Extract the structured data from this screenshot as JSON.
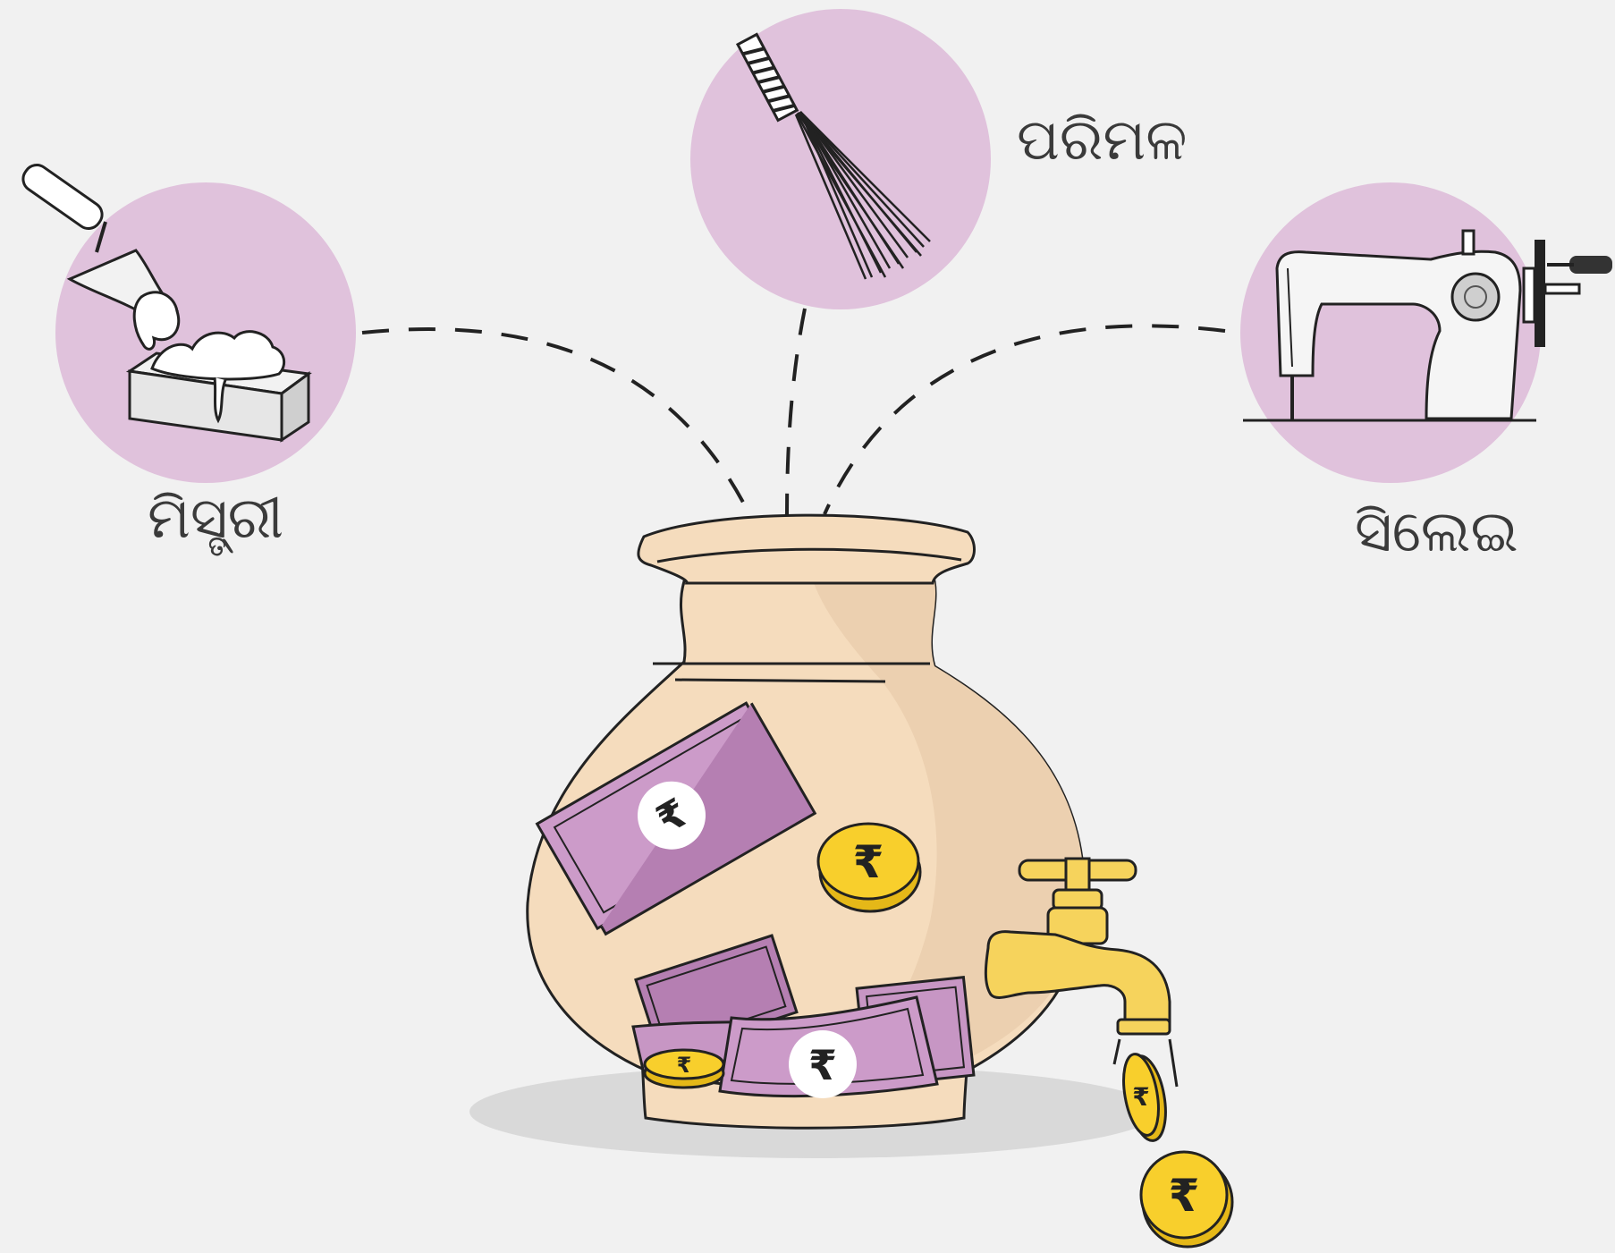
{
  "labels": {
    "mason": "ମିସ୍ତ୍ରୀ",
    "cleaner": "ପରିମଳ",
    "tailor": "ସିଲେଇ"
  },
  "icons": {
    "mason": "trowel-cement-brick-icon",
    "cleaner": "broom-icon",
    "tailor": "sewing-machine-icon",
    "pot": "clay-pot-icon",
    "tap": "water-tap-icon",
    "note": "rupee-note-icon",
    "coin": "rupee-coin-icon"
  },
  "currency_symbol": "₹",
  "colors": {
    "background": "#f1f1f1",
    "circle": "#e0c2dc",
    "pot": "#f5dcbd",
    "pot_shade": "#ecd0b0",
    "note": "#cc9bc9",
    "coin": "#f8cf2c",
    "tap": "#f6d35c",
    "shadow": "#d9d9d9"
  }
}
